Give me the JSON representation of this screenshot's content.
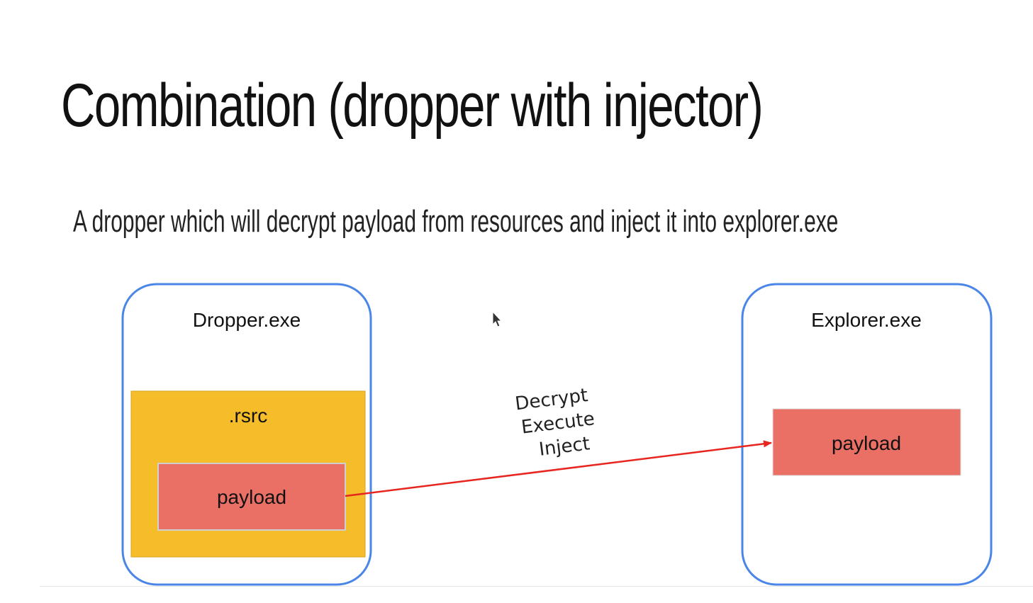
{
  "slide": {
    "title": "Combination (dropper with injector)",
    "subtitle": "A dropper which will decrypt payload from resources and inject it into explorer.exe"
  },
  "diagram": {
    "source": {
      "label": "Dropper.exe",
      "section_label": ".rsrc",
      "payload_label": "payload"
    },
    "target": {
      "label": "Explorer.exe",
      "payload_label": "payload"
    },
    "arrow": {
      "labels": [
        "Decrypt",
        "Execute",
        "Inject"
      ]
    }
  },
  "colors": {
    "box_border": "#4a86e8",
    "rsrc_fill": "#f6bd2b",
    "payload_fill": "#ea7066",
    "arrow": "#e6261f"
  },
  "icons": {
    "cursor": "mouse-pointer-icon"
  }
}
